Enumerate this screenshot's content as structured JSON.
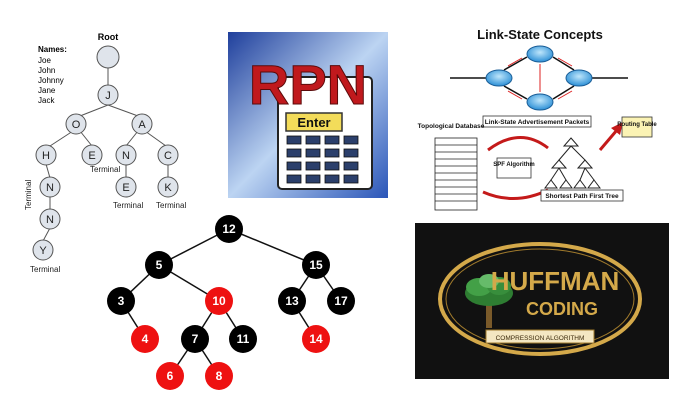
{
  "trie": {
    "root_label": "Root",
    "names_heading": "Names:",
    "names": [
      "Joe",
      "John",
      "Johnny",
      "Jane",
      "Jack"
    ],
    "nodes": {
      "j": "J",
      "o": "O",
      "a": "A",
      "h": "H",
      "e1": "E",
      "n1": "N",
      "c": "C",
      "n2": "N",
      "e2": "E",
      "k": "K",
      "n3": "N",
      "y": "Y"
    },
    "terminal_label": "Terminal"
  },
  "rpn": {
    "title": "RPN",
    "enter_label": "Enter"
  },
  "link_state": {
    "title": "Link-State Concepts",
    "packets_label": "Link-State Advertisement Packets",
    "database_label": "Topological Database",
    "spf_label": "SPF Algorithm",
    "tree_label": "Shortest Path First Tree",
    "routing_label": "Routing Table"
  },
  "rb_tree": {
    "nodes": {
      "n12": "12",
      "n5": "5",
      "n15": "15",
      "n3": "3",
      "n10": "10",
      "n13": "13",
      "n17": "17",
      "n4": "4",
      "n7": "7",
      "n11": "11",
      "n14": "14",
      "n6": "6",
      "n8": "8"
    },
    "colors": {
      "black": "#000000",
      "red": "#ee1111"
    }
  },
  "huffman": {
    "title_main": "HUFFMAN",
    "title_sub": "CODING",
    "banner": "COMPRESSION ALGORITHM",
    "colors": {
      "background": "#111111",
      "gold": "#d4a94a"
    }
  }
}
